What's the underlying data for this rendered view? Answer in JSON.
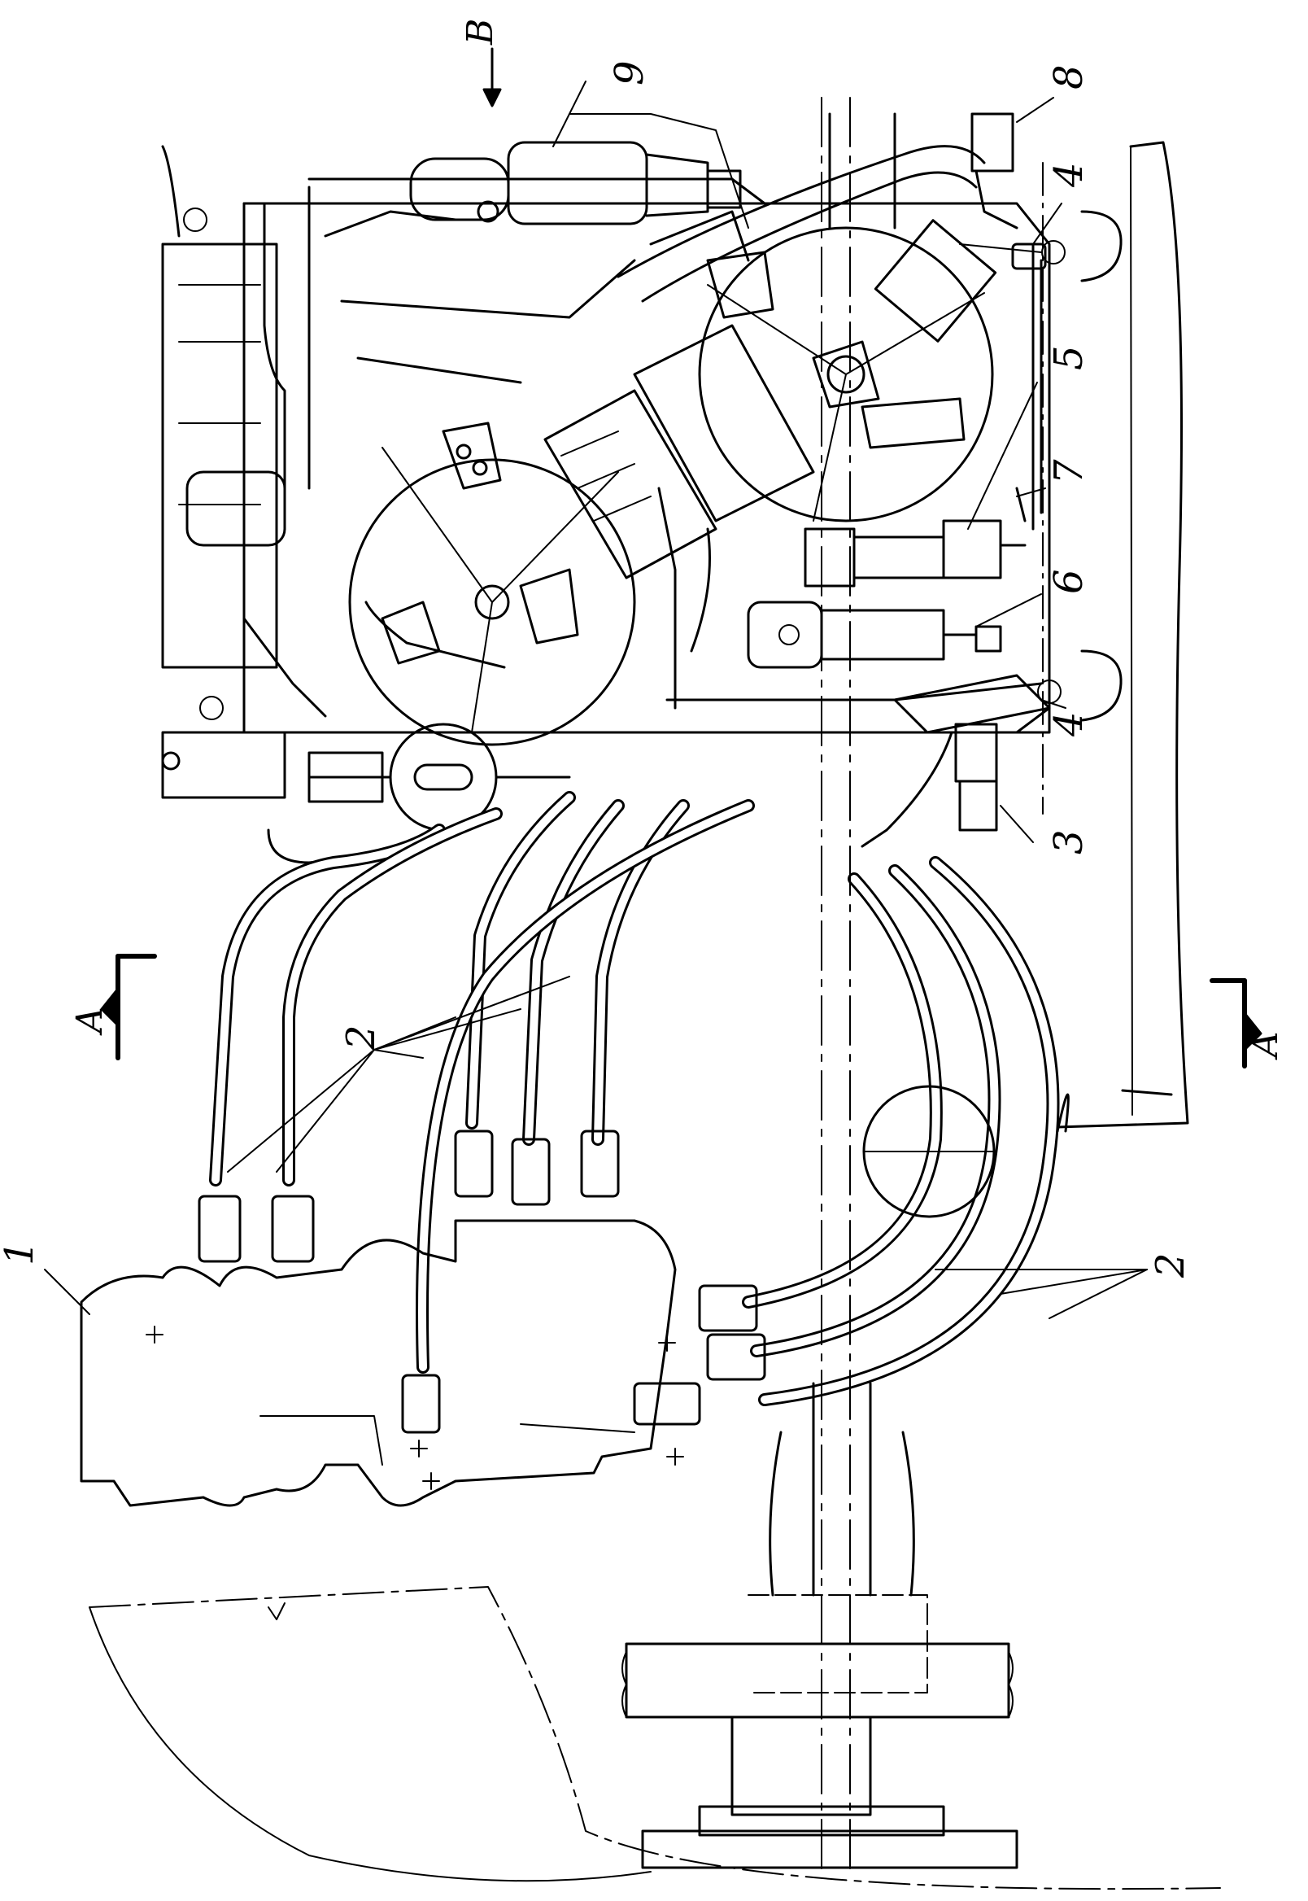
{
  "drawing": {
    "callouts": [
      {
        "id": "1",
        "label": "1"
      },
      {
        "id": "2a",
        "label": "2"
      },
      {
        "id": "2b",
        "label": "2"
      },
      {
        "id": "3",
        "label": "3"
      },
      {
        "id": "4a",
        "label": "4"
      },
      {
        "id": "4b",
        "label": "4"
      },
      {
        "id": "5",
        "label": "5"
      },
      {
        "id": "6",
        "label": "6"
      },
      {
        "id": "7",
        "label": "7"
      },
      {
        "id": "8",
        "label": "8"
      },
      {
        "id": "9",
        "label": "9"
      }
    ],
    "view_mark": {
      "label": "В"
    },
    "section_marks": [
      {
        "id": "left",
        "label": "А"
      },
      {
        "id": "right",
        "label": "А"
      }
    ]
  }
}
